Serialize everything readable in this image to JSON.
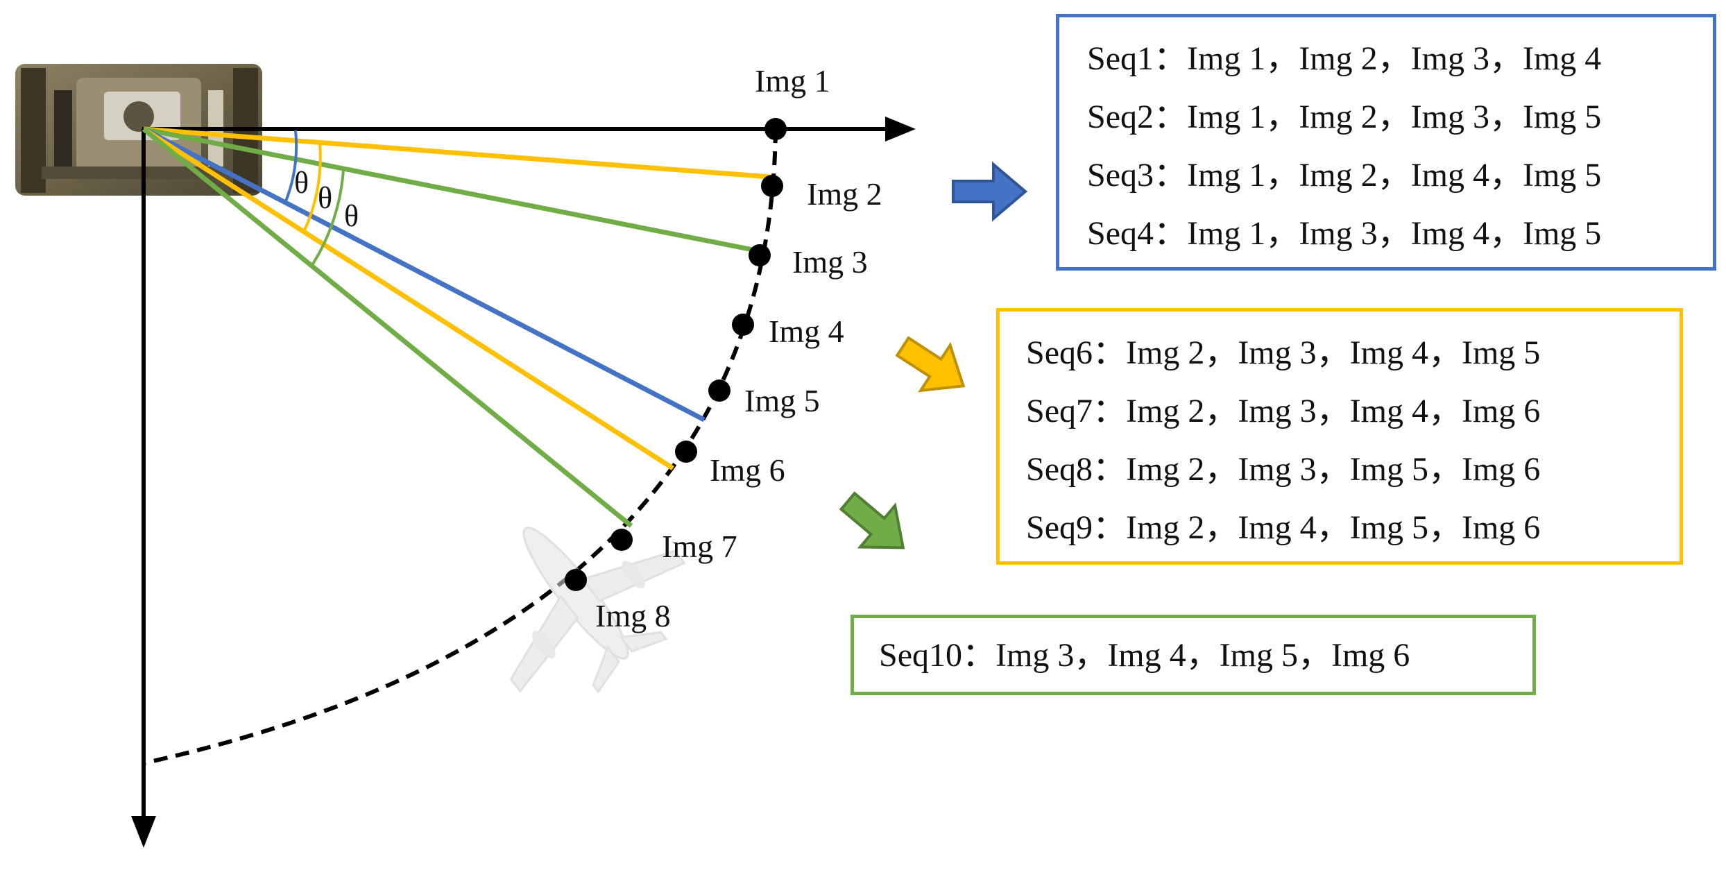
{
  "image_labels": [
    "Img 1",
    "Img 2",
    "Img 3",
    "Img 4",
    "Img 5",
    "Img 6",
    "Img 7",
    "Img 8"
  ],
  "angle_symbol": "θ",
  "colors": {
    "blue": "#4472C4",
    "yellow": "#FFC000",
    "green": "#70AD47",
    "axis": "#000000"
  },
  "icons": {
    "observer": "vehicle-icon",
    "target": "airplane-icon"
  },
  "sequences": {
    "blue": [
      "Seq1：Img 1，Img 2，Img 3，Img 4",
      "Seq2：Img 1，Img 2，Img 3，Img 5",
      "Seq3：Img 1，Img 2，Img 4，Img 5",
      "Seq4：Img 1，Img 3，Img 4，Img 5"
    ],
    "yellow": [
      "Seq6：Img 2，Img 3，Img 4，Img 5",
      "Seq7：Img 2，Img 3，Img 4，Img 6",
      "Seq8：Img 2，Img 3，Img 5，Img 6",
      "Seq9：Img 2，Img 4，Img 5，Img 6"
    ],
    "green": [
      "Seq10：Img 3，Img 4，Img 5，Img 6"
    ]
  }
}
